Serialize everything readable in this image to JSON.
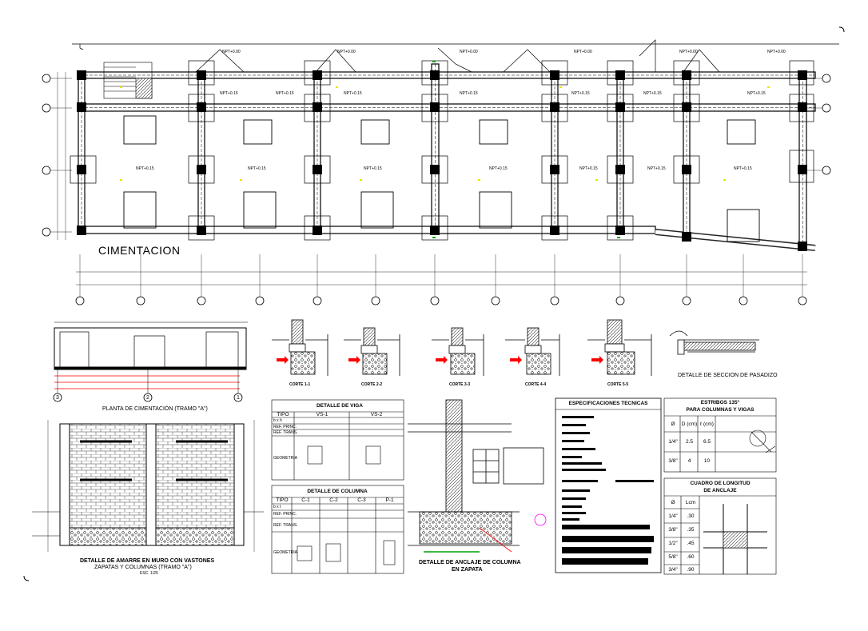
{
  "plan": {
    "title": "CIMENTACION",
    "levels_top": [
      "NPT+0.00",
      "NPT+0.00",
      "NPT+0.00",
      "NPT+0.00",
      "NPT+0.00",
      "NPT+0.00"
    ],
    "levels_mid": [
      "NPT+0.15",
      "NPT+0.15",
      "NPT+0.15",
      "NPT+0.15",
      "NPT+0.15",
      "NPT+0.15",
      "NPT+0.15"
    ],
    "levels_room": [
      "NPT+0.15",
      "NPT+0.15",
      "NPT+0.15",
      "NPT+0.15",
      "NPT+0.15",
      "NPT+0.15",
      "NPT+0.15"
    ]
  },
  "sections": {
    "cuts": [
      "CORTE 1-1",
      "CORTE 2-2",
      "CORTE 3-3",
      "CORTE 4-4",
      "CORTE 5-5"
    ],
    "pasadizo": "DETALLE DE SECCION DE PASADIZO"
  },
  "tramo": {
    "axes": [
      "3",
      "2",
      "1"
    ],
    "caption": "PLANTA DE CIMENTACIÓN (TRAMO \"A\")"
  },
  "wall_detail": {
    "caption_line1": "DETALLE DE AMARRE EN MURO CON VASTONES",
    "caption_line2": "ZAPATAS Y COLUMNAS (TRAMO \"A\")",
    "scale": "ESC. 1/25"
  },
  "vigas": {
    "title": "DETALLE DE VIGA",
    "headers": [
      "TIPO",
      "VS-1",
      "VS-2"
    ],
    "row_labels": [
      "b x h",
      "REF. PRINC.",
      "REF. TRANS.",
      "GEOMETRIA"
    ]
  },
  "columnas": {
    "title": "DETALLE DE COLUMNA",
    "headers": [
      "TIPO",
      "C-1",
      "C-2",
      "C-3",
      "P-1"
    ],
    "row_labels": [
      "b x t",
      "REF. PRINC.",
      "REF. TRANS.",
      "GEOMETRIA"
    ]
  },
  "anclaje": {
    "caption_line1": "DETALLE DE ANCLAJE DE COLUMNA",
    "caption_line2": "EN ZAPATA"
  },
  "especificaciones": {
    "title": "ESPECIFICACIONES TECNICAS"
  },
  "estribos": {
    "title_line1": "ESTRIBOS 135°",
    "title_line2": "PARA COLUMNAS Y VIGAS",
    "headers": [
      "Ø",
      "D (cm)",
      "ℓ (cm)"
    ],
    "rows": [
      [
        "1/4\"",
        "2.5",
        "6.5"
      ],
      [
        "3/8\"",
        "4",
        "10"
      ]
    ]
  },
  "empalme": {
    "title_line1": "CUADRO DE LONGITUD",
    "title_line2": "DE ANCLAJE",
    "headers": [
      "Ø",
      "Lcm"
    ],
    "rows": [
      [
        "1/4\"",
        ".30"
      ],
      [
        "3/8\"",
        ".35"
      ],
      [
        "1/2\"",
        ".45"
      ],
      [
        "5/8\"",
        ".60"
      ],
      [
        "3/4\"",
        ".90"
      ]
    ]
  },
  "colors": {
    "line": "#000000",
    "accent": "#ff0000",
    "note": "#e6e600",
    "hatch": "#555555"
  }
}
